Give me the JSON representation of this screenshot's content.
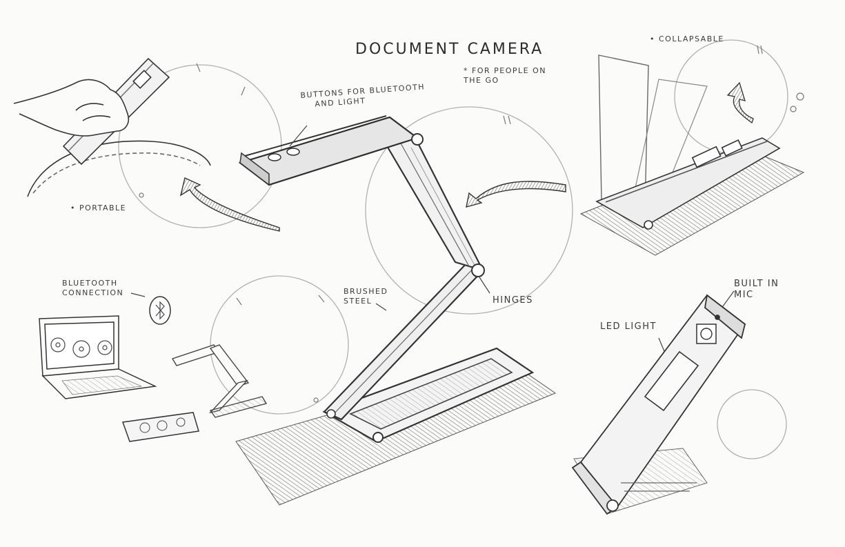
{
  "title": "DOCUMENT  CAMERA",
  "subtitle_line1": "* FOR PEOPLE ON",
  "subtitle_line2": "THE GO",
  "labels": {
    "buttons_line1": "BUTTONS FOR BLUETOOTH",
    "buttons_line2": "AND LIGHT",
    "collapsable": "• COLLAPSABLE",
    "portable": "• PORTABLE",
    "bluetooth_line1": "BLUETOOTH",
    "bluetooth_line2": "CONNECTION",
    "brushed_line1": "BRUSHED",
    "brushed_line2": "STEEL",
    "hinges": "HINGES",
    "built_in_line1": "BUILT  IN",
    "built_in_line2": "MIC",
    "led_light": "LED  LIGHT"
  },
  "colors": {
    "paper": "#fbfbfa",
    "pencil": "#3a3a3a",
    "light_pencil": "#a8a8a8",
    "shade": "#cfcfcf"
  },
  "icons": [
    "bluetooth-icon",
    "flower-icon"
  ]
}
